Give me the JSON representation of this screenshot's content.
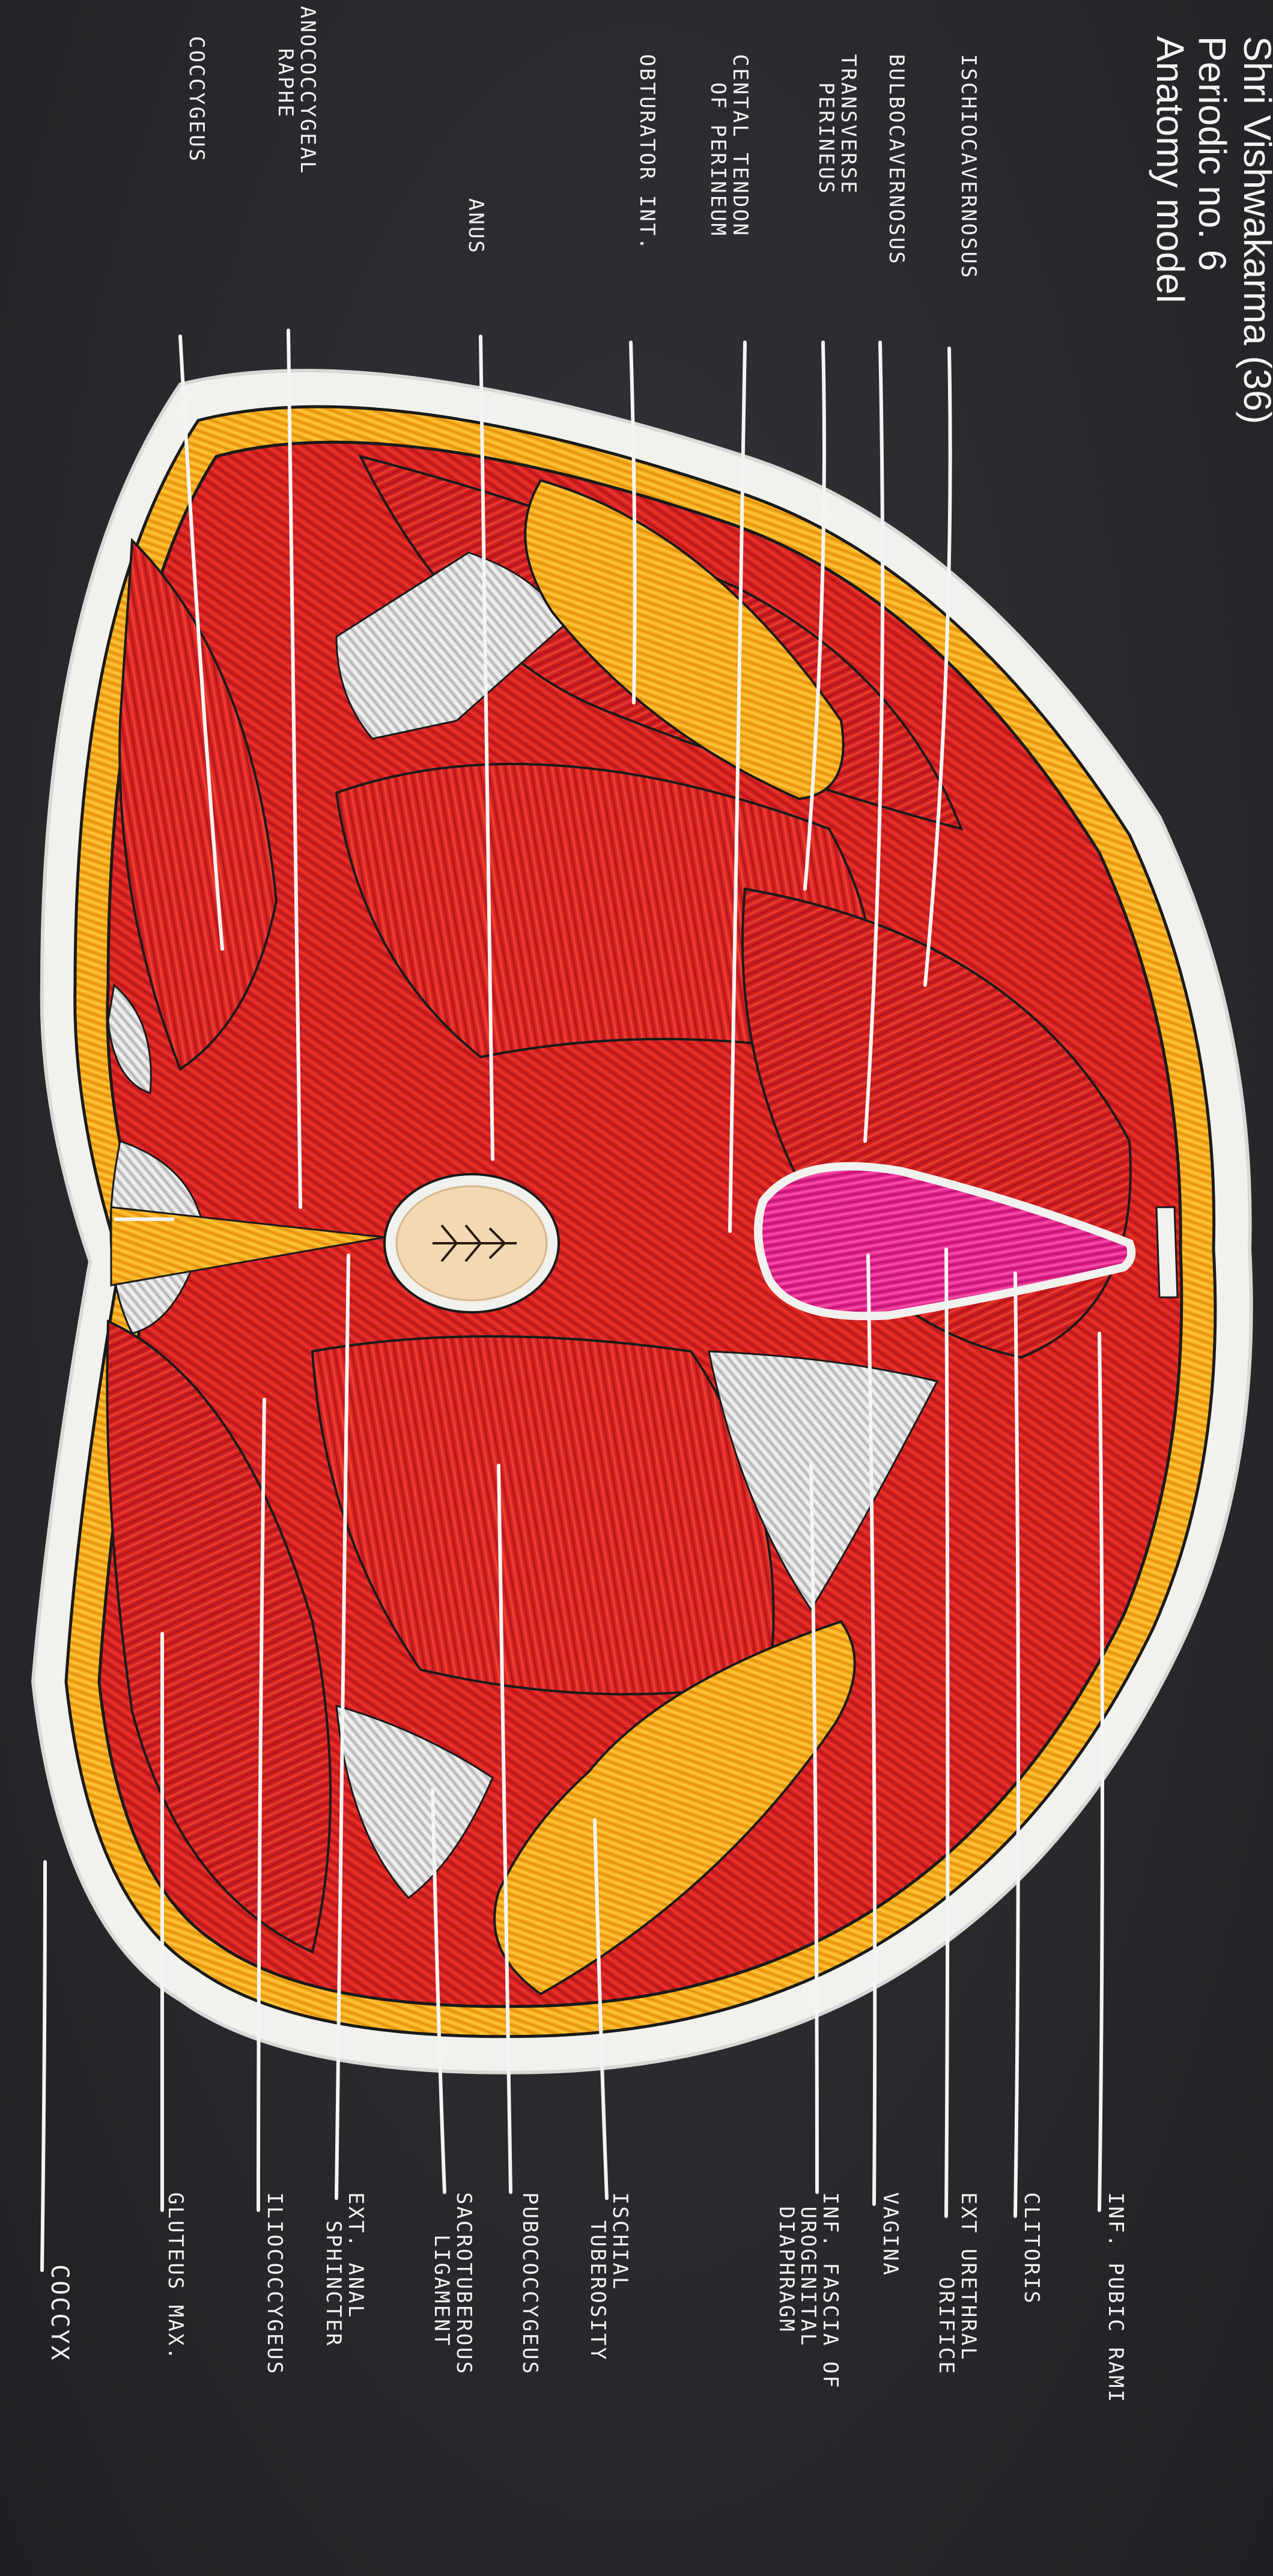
{
  "header": {
    "line1": "Shri Vishwakarma (36)",
    "line2": "Periodic no. 6",
    "line3": "Anatomy model"
  },
  "labels_left": [
    "ISCHIOCAVERNOSUS",
    "BULBOCAVERNOSUS",
    "TRANSVERSE\n  PERINEUS",
    "CENTAL TENDON\n  OF PERINEUM",
    "OBTURATOR INT.",
    "ANUS",
    "ANOCOCCYGEAL\n   RAPHE",
    "COCCYGEUS"
  ],
  "labels_right": [
    "INF. PUBIC RAMI",
    "CLITORIS",
    "EXT URETHRAL\n      ORIFICE",
    "VAGINA",
    "INF. FASCIA OF\n UROGENITAL\n DIAPHRAGM",
    "ISCHIAL\n  TUBEROSITY",
    "PUBOCOCCYGEUS",
    "SACROTUBEROUS\n   LIGAMENT",
    "EXT. ANAL\n  SPHINCTER",
    "ILIOCOCCYGEUS",
    "GLUTEUS MAX.",
    "COCCYX"
  ],
  "colors": {
    "background": "#2a2b2e",
    "card": "#f1f1ee",
    "muscle": "#d4201f",
    "muscle_dark": "#b0161a",
    "fat": "#f5a818",
    "ligament": "#d9d9d9",
    "vagina": "#e0218a",
    "anus": "#f3d9b3",
    "thread": "#f4f4f4"
  }
}
